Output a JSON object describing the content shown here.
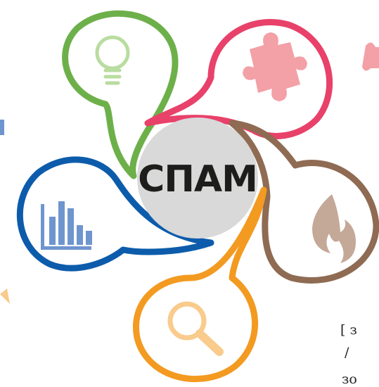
{
  "center": {
    "label": "СПАМ",
    "fill": "#d9d9da"
  },
  "petals": [
    {
      "id": "idea",
      "icon": "lightbulb-icon",
      "color": "#6db04a",
      "icon_color": "#b9dca0"
    },
    {
      "id": "puzzle",
      "icon": "puzzle-icon",
      "color": "#e8416a",
      "icon_color": "#f3a0a6"
    },
    {
      "id": "fire",
      "icon": "flame-icon",
      "color": "#8e6b52",
      "icon_color": "#c4a898"
    },
    {
      "id": "search",
      "icon": "magnifier-icon",
      "color": "#f39a21",
      "icon_color": "#f9cb8c"
    },
    {
      "id": "chart",
      "icon": "bar-chart-icon",
      "color": "#0d5cab",
      "icon_color": "#6f95cf"
    }
  ],
  "edge_text": {
    "line1": "[ з",
    "line2": "/",
    "line3": "зо"
  }
}
